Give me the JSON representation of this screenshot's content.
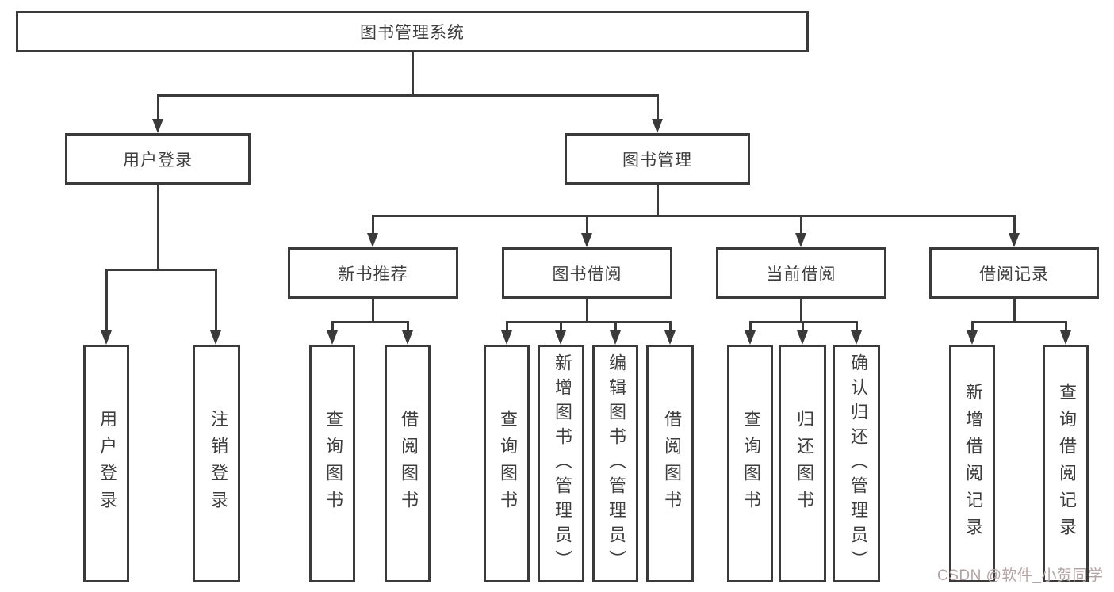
{
  "diagram": {
    "root": {
      "label": "图书管理系统"
    },
    "branches": [
      {
        "label": "用户登录"
      },
      {
        "label": "图书管理"
      }
    ],
    "modules": [
      {
        "label": "新书推荐"
      },
      {
        "label": "图书借阅"
      },
      {
        "label": "当前借阅"
      },
      {
        "label": "借阅记录"
      }
    ],
    "leaves": [
      {
        "label": "用户登录",
        "parent": "用户登录"
      },
      {
        "label": "注销登录",
        "parent": "用户登录"
      },
      {
        "label": "查询图书",
        "parent": "新书推荐"
      },
      {
        "label": "借阅图书",
        "parent": "新书推荐"
      },
      {
        "label": "查询图书",
        "parent": "图书借阅"
      },
      {
        "label": "新增图书（管理员）",
        "parent": "图书借阅"
      },
      {
        "label": "编辑图书（管理员）",
        "parent": "图书借阅"
      },
      {
        "label": "借阅图书",
        "parent": "图书借阅"
      },
      {
        "label": "查询图书",
        "parent": "当前借阅"
      },
      {
        "label": "归还图书",
        "parent": "当前借阅"
      },
      {
        "label": "确认归还（管理员）",
        "parent": "当前借阅"
      },
      {
        "label": "新增借阅记录",
        "parent": "借阅记录"
      },
      {
        "label": "查询借阅记录",
        "parent": "借阅记录"
      }
    ]
  },
  "watermark": {
    "text": "CSDN @软件_小贺同学",
    "color": "#b3a2a2"
  },
  "colors": {
    "line": "#3a3a3a",
    "text": "#3d3d3d",
    "background": "#ffffff"
  }
}
